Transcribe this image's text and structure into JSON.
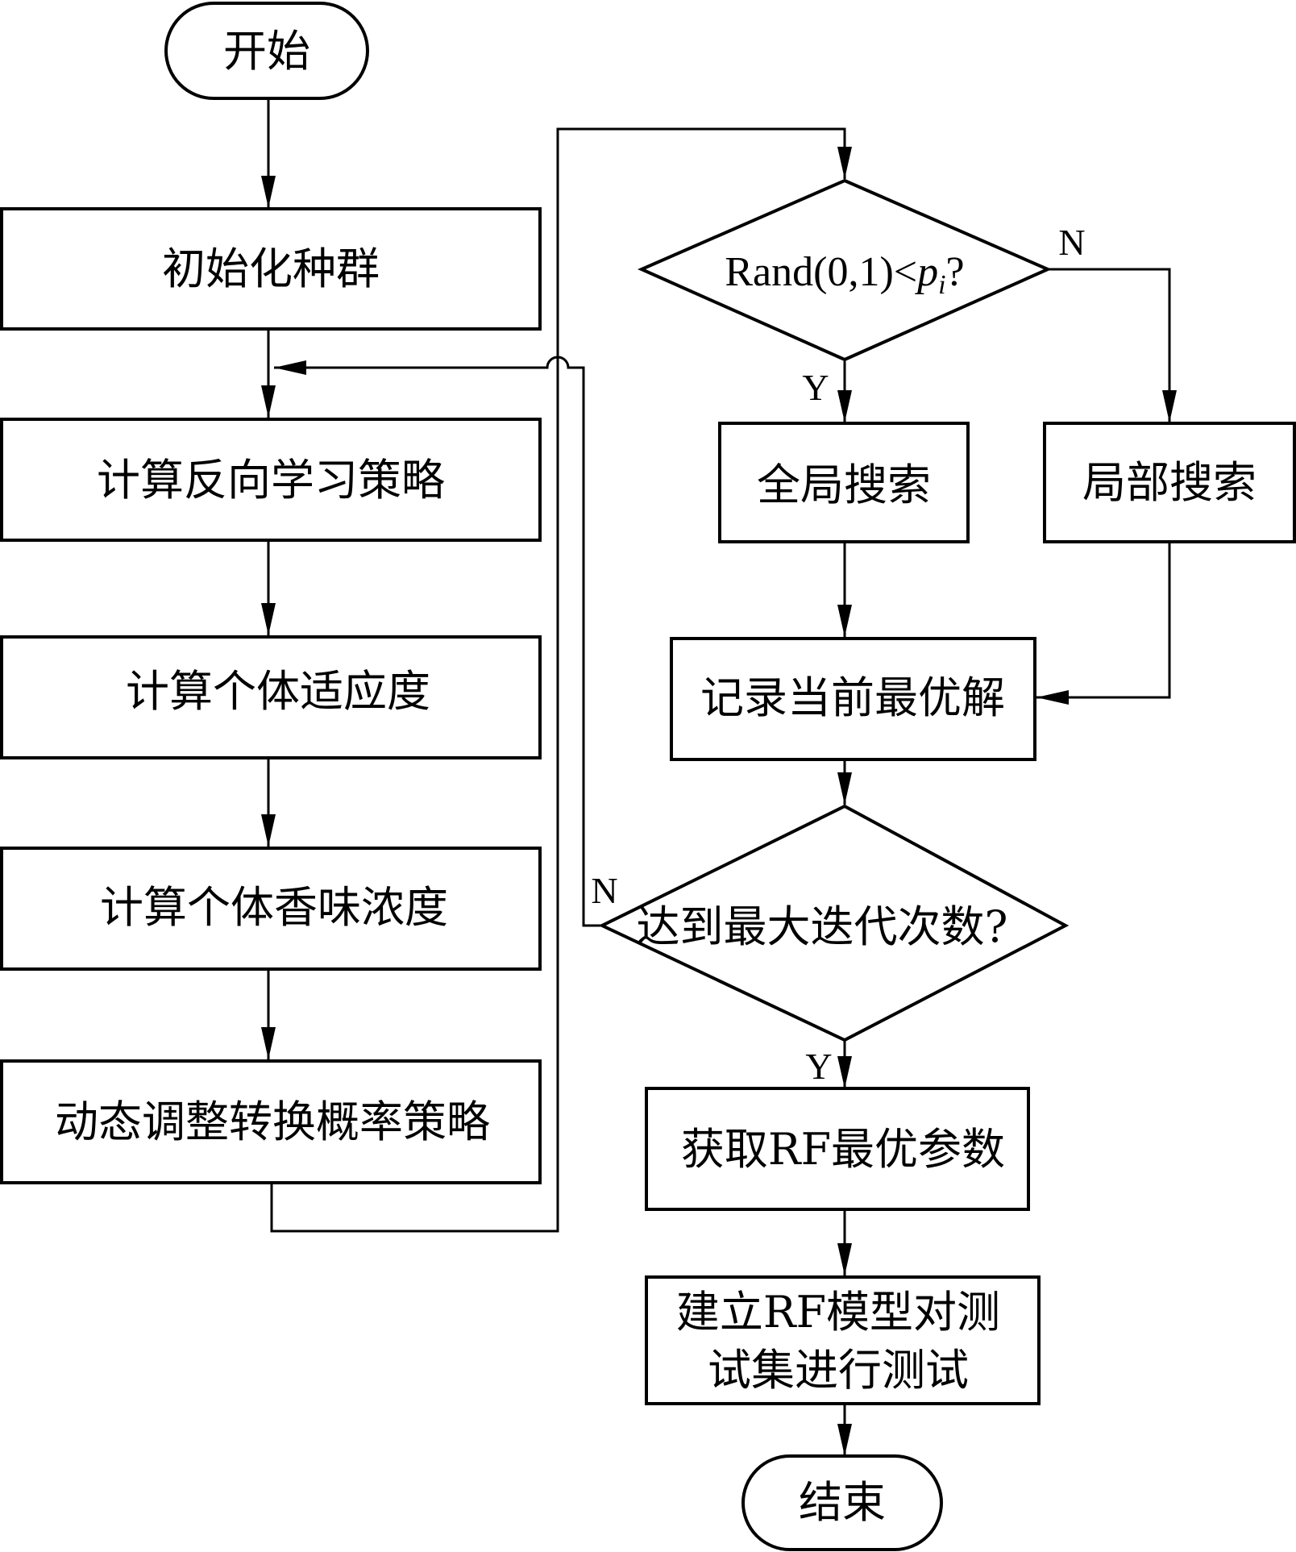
{
  "diagram": {
    "type": "flowchart",
    "nodes": {
      "start": "开始",
      "init_population": "初始化种群",
      "opposition_learning": "计算反向学习策略",
      "fitness": "计算个体适应度",
      "fragrance": "计算个体香味浓度",
      "dynamic_switch": "动态调整转换概率策略",
      "decision_rand": "Rand(0,1)<",
      "decision_rand_var": "p",
      "decision_rand_sub": "i",
      "decision_rand_q": "?",
      "global_search": "全局搜索",
      "local_search": "局部搜索",
      "record_best": "记录当前最优解",
      "decision_iter": "达到最大迭代次数?",
      "get_params": "获取RF最优参数",
      "build_model_line1": "建立RF模型对测",
      "build_model_line2": "试集进行测试",
      "end": "结束"
    },
    "branch_labels": {
      "rand_yes": "Y",
      "rand_no": "N",
      "iter_yes": "Y",
      "iter_no": "N"
    }
  }
}
